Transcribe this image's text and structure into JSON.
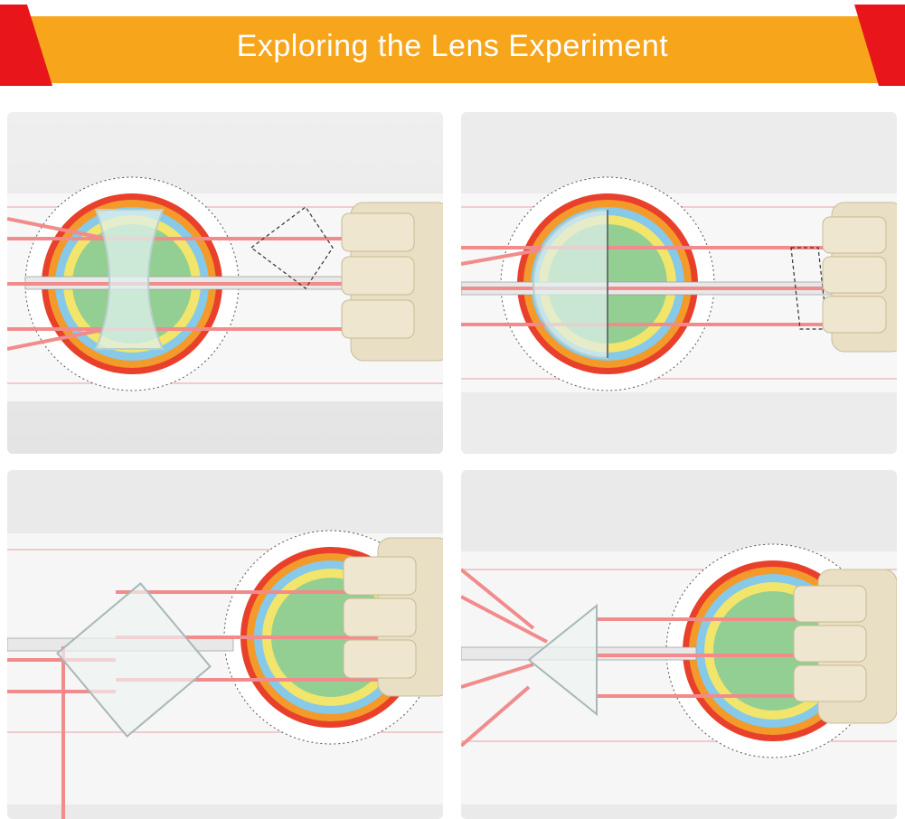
{
  "banner": {
    "title": "Exploring the Lens Experiment",
    "colors": {
      "bar": "#F7A51A",
      "corner": "#E8161B",
      "text": "#FFFFFF"
    }
  },
  "panels": [
    {
      "id": "concave-lens",
      "optic": "concave-lens-icon"
    },
    {
      "id": "half-round-lens",
      "optic": "half-round-lens-icon"
    },
    {
      "id": "rectangular-block",
      "optic": "rectangular-block-icon"
    },
    {
      "id": "triangular-prism",
      "optic": "prism-icon"
    }
  ],
  "colors": {
    "laser": "#F28B8B",
    "ring_red": "#E8402A",
    "ring_orange": "#F39A2B",
    "ring_yellow": "#F2E56B",
    "ring_blue": "#86C9E8",
    "center_green": "#93CF92",
    "source_box": "#E9DFC4"
  }
}
